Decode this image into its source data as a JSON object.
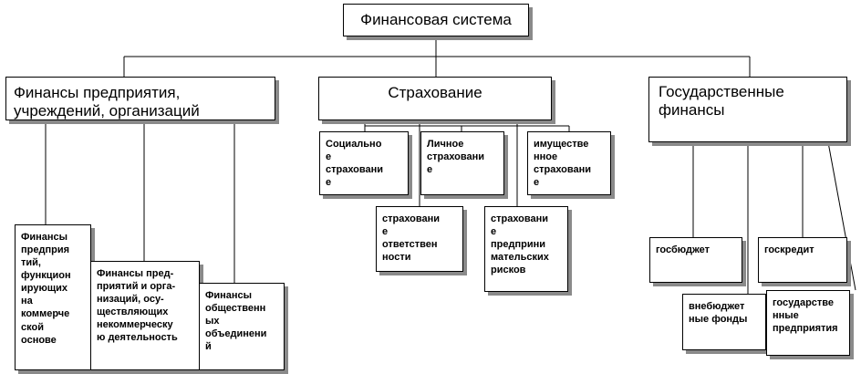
{
  "root": "Финансовая система",
  "branches": [
    {
      "label": "Финансы предприятия,\nучреждений, организаций",
      "children": [
        "Финансы\nпредприя\nтий,\nфункцион\nирующих\nна\nкоммерче\nской\nоснове",
        "Финансы пред-\nприятий и орга-\nнизаций, осу-\nществляющих\nнекоммерческу\nю деятельность",
        "Финансы\nобщественн\nых\nобъединени\nй"
      ]
    },
    {
      "label": "Страхование",
      "children": [
        "Социально\nе\nстраховани\nе",
        "Личное\nстраховани\nе",
        "имуществе\nнное\nстраховани\nе",
        "страховани\nе\nответствен\nности",
        "страховани\nе\nпредприни\nмательских\nрисков"
      ]
    },
    {
      "label": "Государственные\nфинансы",
      "children": [
        "госбюджет",
        "госкредит",
        "внебюджет\nные фонды",
        "государстве\nнные\nпредприятия"
      ]
    }
  ]
}
